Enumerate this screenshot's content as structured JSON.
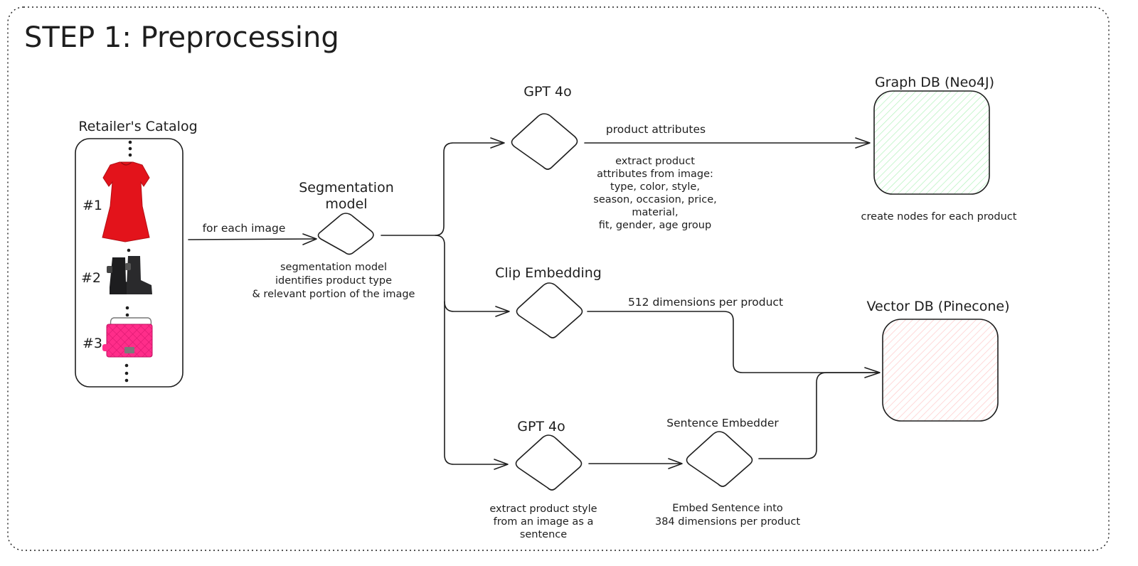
{
  "title": "STEP 1: Preprocessing",
  "catalog": {
    "label": "Retailer's Catalog",
    "items": [
      {
        "label": "#1",
        "product": "red-dress-image"
      },
      {
        "label": "#2",
        "product": "black-boots-image"
      },
      {
        "label": "#3",
        "product": "pink-handbag-image"
      }
    ]
  },
  "edges": {
    "for_each_image": "for each image",
    "product_attributes": "product attributes",
    "clip_dimensions": "512 dimensions per product"
  },
  "nodes": {
    "segmentation": {
      "label_line1": "Segmentation",
      "label_line2": "model",
      "note": [
        "segmentation model",
        "identifies product type",
        "& relevant portion of the image"
      ]
    },
    "gpt_top": {
      "label": "GPT 4o",
      "note": [
        "extract product",
        "attributes from image:",
        "type, color, style,",
        "season, occasion, price,",
        "material,",
        "fit, gender, age group"
      ]
    },
    "clip": {
      "label": "Clip Embedding"
    },
    "gpt_bottom": {
      "label": "GPT 4o",
      "note": [
        "extract product style",
        "from an image as a",
        "sentence"
      ]
    },
    "sentence_embedder": {
      "label": "Sentence Embedder",
      "note": [
        "Embed Sentence into",
        "384 dimensions per product"
      ]
    },
    "graph_db": {
      "label": "Graph DB (Neo4J)",
      "note": "create nodes for each product",
      "fill": "#b2f2bb"
    },
    "vector_db": {
      "label": "Vector DB (Pinecone)",
      "fill": "#ffc9c9"
    }
  }
}
